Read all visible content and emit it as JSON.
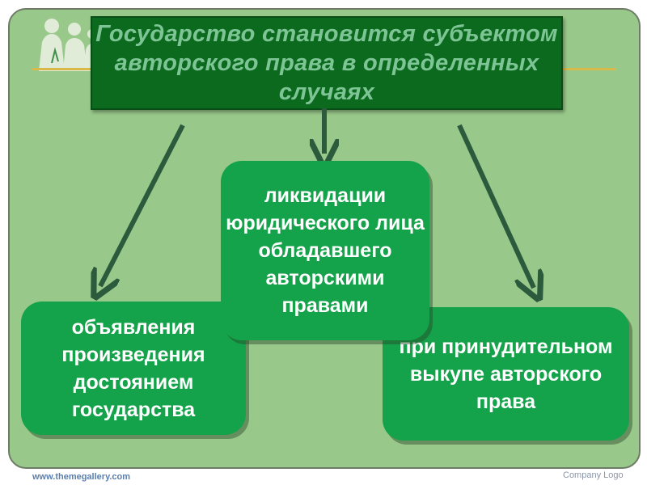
{
  "title": "Государство становится субъектом авторского права в определенных случаях",
  "boxes": {
    "left": "объявления произведения достоянием государства",
    "center": "ликвидации юридического лица обладавшего авторскими правами",
    "right": "при принудительном выкупе авторского права"
  },
  "footer": {
    "url": "www.themegallery.com",
    "logo": "Company Logo"
  },
  "colors": {
    "background": "#99c98a",
    "title_box": "#0c6a1e",
    "title_text": "#7ec596",
    "box_fill": "#14a24a",
    "arrow": "#2b5a3c"
  }
}
